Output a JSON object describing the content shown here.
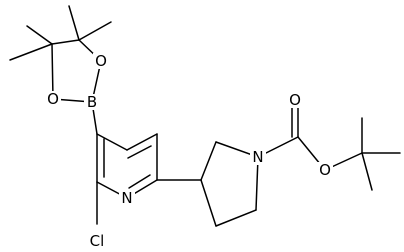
{
  "colors": {
    "bond": "#000000",
    "background": "#ffffff"
  },
  "atoms": {
    "O_ring_top": "O",
    "O_ring_bottom": "O",
    "B": "B",
    "N_pyridine": "N",
    "Cl": "Cl",
    "N_pyrrolidine": "N",
    "O_carbonyl": "O",
    "O_ester": "O"
  }
}
